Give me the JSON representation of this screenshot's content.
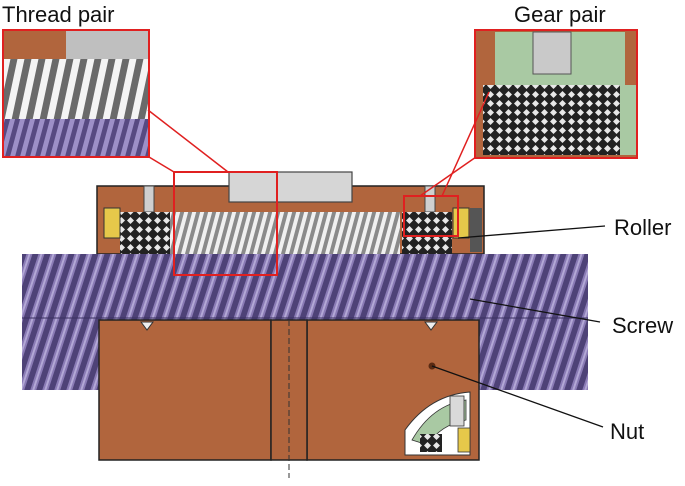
{
  "labels": {
    "thread_pair": "Thread pair",
    "gear_pair": "Gear pair",
    "roller": "Roller",
    "screw": "Screw",
    "nut": "Nut"
  },
  "colors": {
    "nut_body": "#b1653d",
    "nut_dark": "#7a3f22",
    "screw": "#5d4f87",
    "screw_thread": "#8a7bb5",
    "highlight_box": "#e02020",
    "roller_metal": "#d9d9d9",
    "gear_green": "#a9c9a3",
    "brass_ring": "#e6c84a",
    "leader_line": "#111111"
  }
}
